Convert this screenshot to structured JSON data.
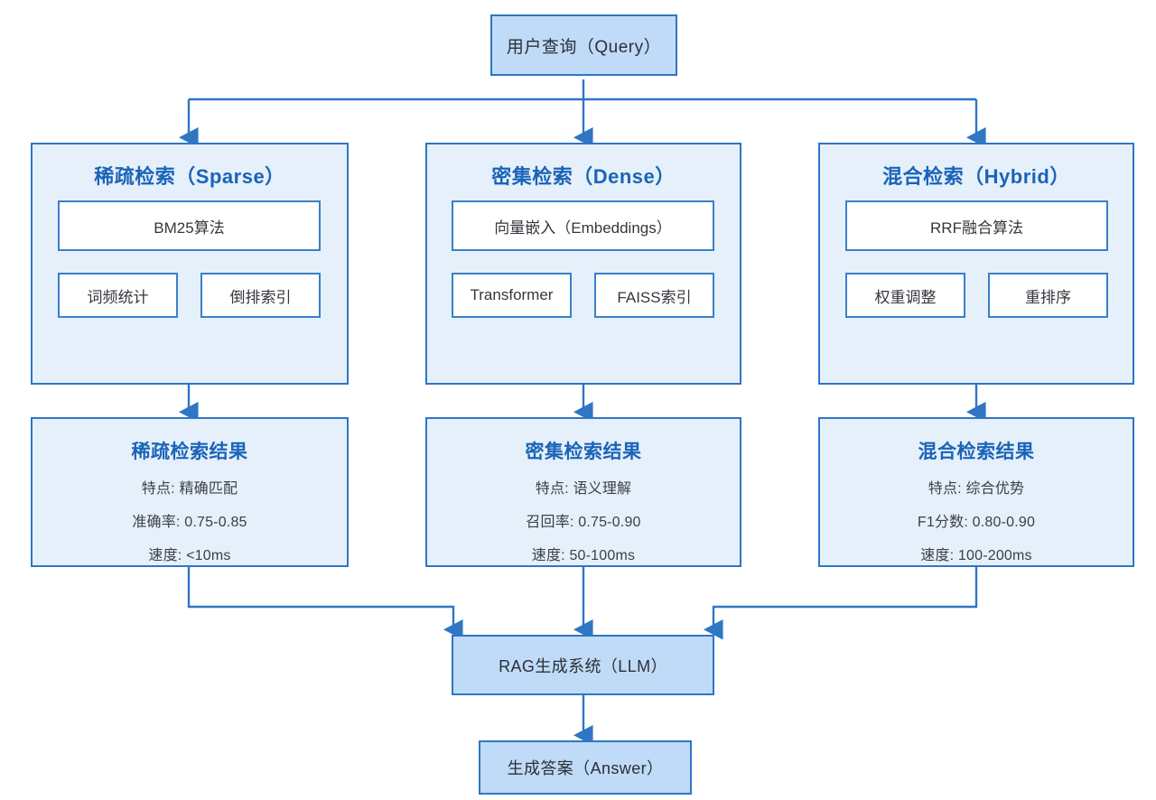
{
  "diagram": {
    "title_node": {
      "label": "用户查询（Query）"
    },
    "columns": [
      {
        "key": "sparse",
        "group_title": "稀疏检索（Sparse）",
        "primary": "BM25算法",
        "subs": [
          "词频统计",
          "倒排索引"
        ],
        "result_title": "稀疏检索结果",
        "result_lines": [
          "特点: 精确匹配",
          "准确率: 0.75-0.85",
          "速度: <10ms"
        ]
      },
      {
        "key": "dense",
        "group_title": "密集检索（Dense）",
        "primary": "向量嵌入（Embeddings）",
        "subs": [
          "Transformer",
          "FAISS索引"
        ],
        "result_title": "密集检索结果",
        "result_lines": [
          "特点: 语义理解",
          "召回率: 0.75-0.90",
          "速度: 50-100ms"
        ]
      },
      {
        "key": "hybrid",
        "group_title": "混合检索（Hybrid）",
        "primary": "RRF融合算法",
        "subs": [
          "权重调整",
          "重排序"
        ],
        "result_title": "混合检索结果",
        "result_lines": [
          "特点: 综合优势",
          "F1分数: 0.80-0.90",
          "速度: 100-200ms"
        ]
      }
    ],
    "rag_node": {
      "label": "RAG生成系统（LLM）"
    },
    "answer_node": {
      "label": "生成答案（Answer）"
    },
    "colors": {
      "border": "#2f76c4",
      "inner_border": "#3a7fc8",
      "fill_mid": "#bfdbf7",
      "fill_light": "#e6f0fb",
      "fill_white": "#ffffff",
      "title_text": "#1b64b8",
      "body_text": "#33373d",
      "edge": "#2f76c4",
      "background": "#ffffff"
    }
  }
}
